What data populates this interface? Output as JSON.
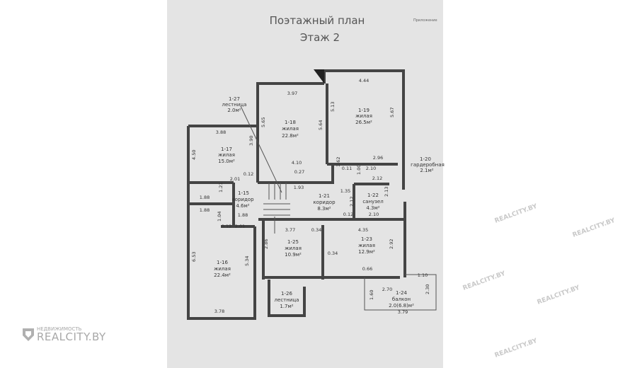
{
  "plan": {
    "title_line1": "Поэтажный план",
    "title_line2": "Этаж 2",
    "appendix": "Приложение",
    "rooms": [
      {
        "id": "1-27",
        "name": "лестница",
        "area": "2.0м²"
      },
      {
        "id": "1-18",
        "name": "жилая",
        "area": "22.8м²"
      },
      {
        "id": "1-19",
        "name": "жилая",
        "area": "26.5м²"
      },
      {
        "id": "1-17",
        "name": "жилая",
        "area": "15.0м²"
      },
      {
        "id": "1-20",
        "name": "гардеробная",
        "area": "2.1м²"
      },
      {
        "id": "1-15",
        "name": "коридор",
        "area": "4.6м²"
      },
      {
        "id": "1-21",
        "name": "коридор",
        "area": "8.3м²"
      },
      {
        "id": "1-22",
        "name": "санузел",
        "area": "4.3м²"
      },
      {
        "id": "1-25",
        "name": "жилая",
        "area": "10.9м²"
      },
      {
        "id": "1-23",
        "name": "жилая",
        "area": "12.9м²"
      },
      {
        "id": "1-16",
        "name": "жилая",
        "area": "22.4м²"
      },
      {
        "id": "1-26",
        "name": "лестница",
        "area": "1.7м²"
      },
      {
        "id": "1-24",
        "name": "балкон",
        "area": "2.0(6.8)м²"
      }
    ],
    "dims": [
      "3.97",
      "4.44",
      "5.65",
      "5.64",
      "5.13",
      "5.67",
      "3.88",
      "3.90",
      "4.50",
      "4.10",
      "0.27",
      "2.96",
      "1.62",
      "0.11",
      "2.10",
      "1.00",
      "2.12",
      "2.01",
      "0.12",
      "1.21",
      "1.93",
      "1.35",
      "1.88",
      "1.88",
      "1.04",
      "1.88",
      "0.12",
      "2.01",
      "2.12",
      "2.13",
      "0.12",
      "2.10",
      "3.77",
      "0.34",
      "4.35",
      "2.86",
      "2.92",
      "0.34",
      "6.53",
      "5.34",
      "0.66",
      "1.10",
      "2.70",
      "1.60",
      "2.30",
      "3.79",
      "3.78"
    ]
  },
  "watermark": {
    "brand": "REALCITY.BY",
    "brand_small": "НЕДВИЖИМОСТЬ"
  }
}
